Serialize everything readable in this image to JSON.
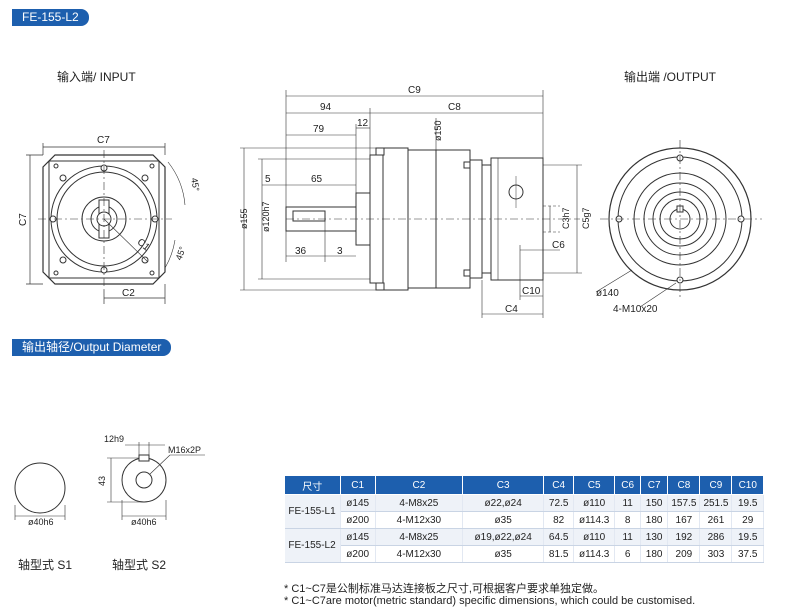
{
  "model_tag": "FE-155-L2",
  "section_tag": "输出轴径/Output Diameter",
  "labels": {
    "input": "输入端/ INPUT",
    "output": "输出端 /OUTPUT",
    "s1": "轴型式  S1",
    "s2": "轴型式  S2"
  },
  "dims": {
    "c7_top": "C7",
    "c7_left": "C7",
    "c1": "C1",
    "c2": "C2",
    "deg45_a": "45°",
    "deg45_b": "45°",
    "c9": "C9",
    "d94": "94",
    "c8": "C8",
    "d79": "79",
    "d12": "12",
    "d150": "ø150",
    "d5": "5",
    "d65": "65",
    "d155": "ø155",
    "d120": "ø120h7",
    "d36": "36",
    "d3": "3",
    "c3": "C3h7",
    "c5": "C5g7",
    "c6": "C6",
    "c10": "C10",
    "c4": "C4",
    "d140": "ø140",
    "m10": "4-M10x20",
    "d12h9": "12h9",
    "d43": "43",
    "m16": "M16x2P",
    "d40a": "ø40h6",
    "d40b": "ø40h6"
  },
  "table": {
    "headers": [
      "尺寸",
      "C1",
      "C2",
      "C3",
      "C4",
      "C5",
      "C6",
      "C7",
      "C8",
      "C9",
      "C10"
    ],
    "rows": [
      {
        "model": "FE-155-L1",
        "cells": [
          "ø145",
          "4-M8x25",
          "ø22,ø24",
          "72.5",
          "ø110",
          "11",
          "150",
          "157.5",
          "251.5",
          "19.5"
        ]
      },
      {
        "model": "",
        "cells": [
          "ø200",
          "4-M12x30",
          "ø35",
          "82",
          "ø114.3",
          "8",
          "180",
          "167",
          "261",
          "29"
        ]
      },
      {
        "model": "FE-155-L2",
        "cells": [
          "ø145",
          "4-M8x25",
          "ø19,ø22,ø24",
          "64.5",
          "ø110",
          "11",
          "130",
          "192",
          "286",
          "19.5"
        ]
      },
      {
        "model": "",
        "cells": [
          "ø200",
          "4-M12x30",
          "ø35",
          "81.5",
          "ø114.3",
          "6",
          "180",
          "209",
          "303",
          "37.5"
        ]
      }
    ]
  },
  "notes": [
    "* C1~C7是公制标准马达连接板之尺寸,可根据客户要求单独定做。",
    "* C1~C7are motor(metric standard)  specific dimensions, which could be customised."
  ],
  "colors": {
    "accent": "#1d5fae",
    "line": "#333333"
  }
}
